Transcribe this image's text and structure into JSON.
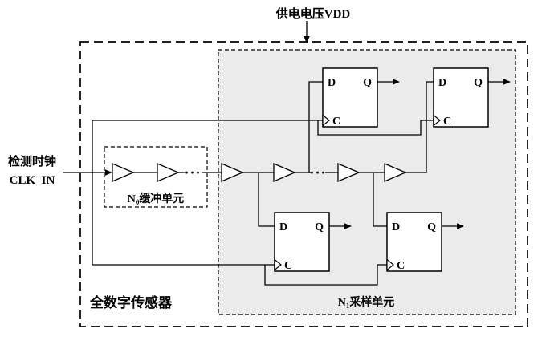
{
  "labels": {
    "vdd_supply": "供电电压VDD",
    "clock_name": "检测时钟",
    "clock_signal": "CLK_IN",
    "outer_box": "全数字传感器",
    "chain_dots": "···"
  },
  "buffer_box": {
    "base": "N",
    "sub": "0",
    "suffix": "缓冲单元"
  },
  "sample_box": {
    "base": "N",
    "sub": "1",
    "suffix": "采样单元"
  },
  "flipflop": {
    "d_label": "D",
    "q_label": "Q",
    "c_label": "C"
  },
  "colors": {
    "stroke": "#000000",
    "sample_box_fill": "#ebebeb",
    "gate_fill": "#ffffff",
    "background": "#ffffff"
  }
}
